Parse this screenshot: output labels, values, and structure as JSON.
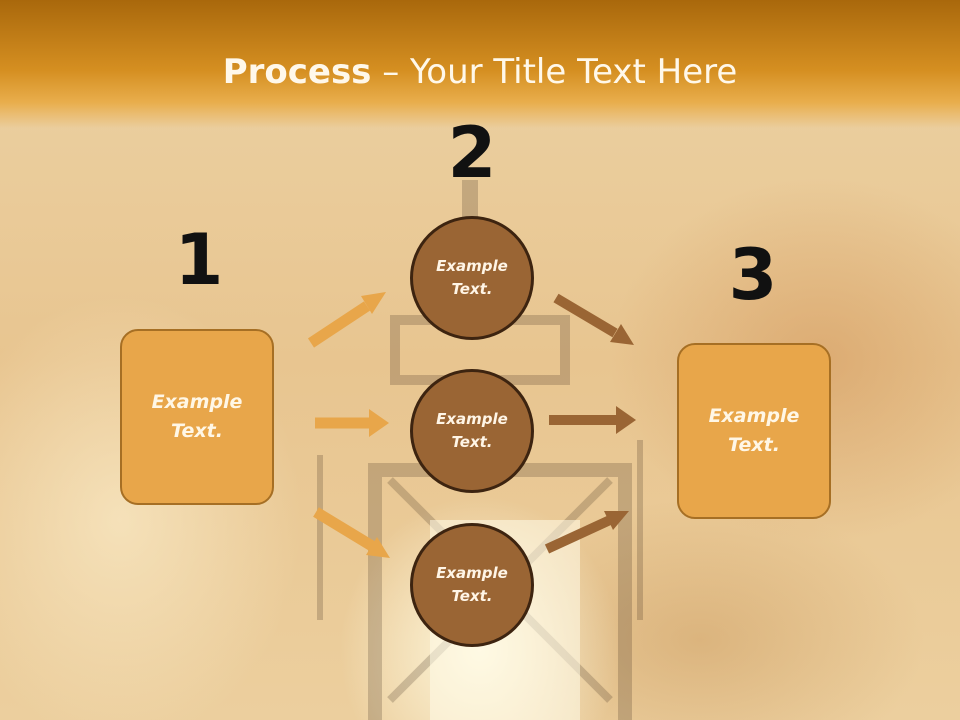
{
  "title": {
    "bold": "Process",
    "rest": " – Your Title Text Here"
  },
  "steps": {
    "one": {
      "number": "1",
      "line1": "Example",
      "line2": "Text."
    },
    "two": {
      "number": "2",
      "circles": [
        {
          "line1": "Example",
          "line2": "Text."
        },
        {
          "line1": "Example",
          "line2": "Text."
        },
        {
          "line1": "Example",
          "line2": "Text."
        }
      ]
    },
    "three": {
      "number": "3",
      "line1": "Example",
      "line2": "Text."
    }
  },
  "colors": {
    "title_bar": "#d58f21",
    "box_fill": "#e8a64a",
    "circle_fill": "#9a6534",
    "arrow_in": "#e8a64a",
    "arrow_out": "#9a6534"
  }
}
